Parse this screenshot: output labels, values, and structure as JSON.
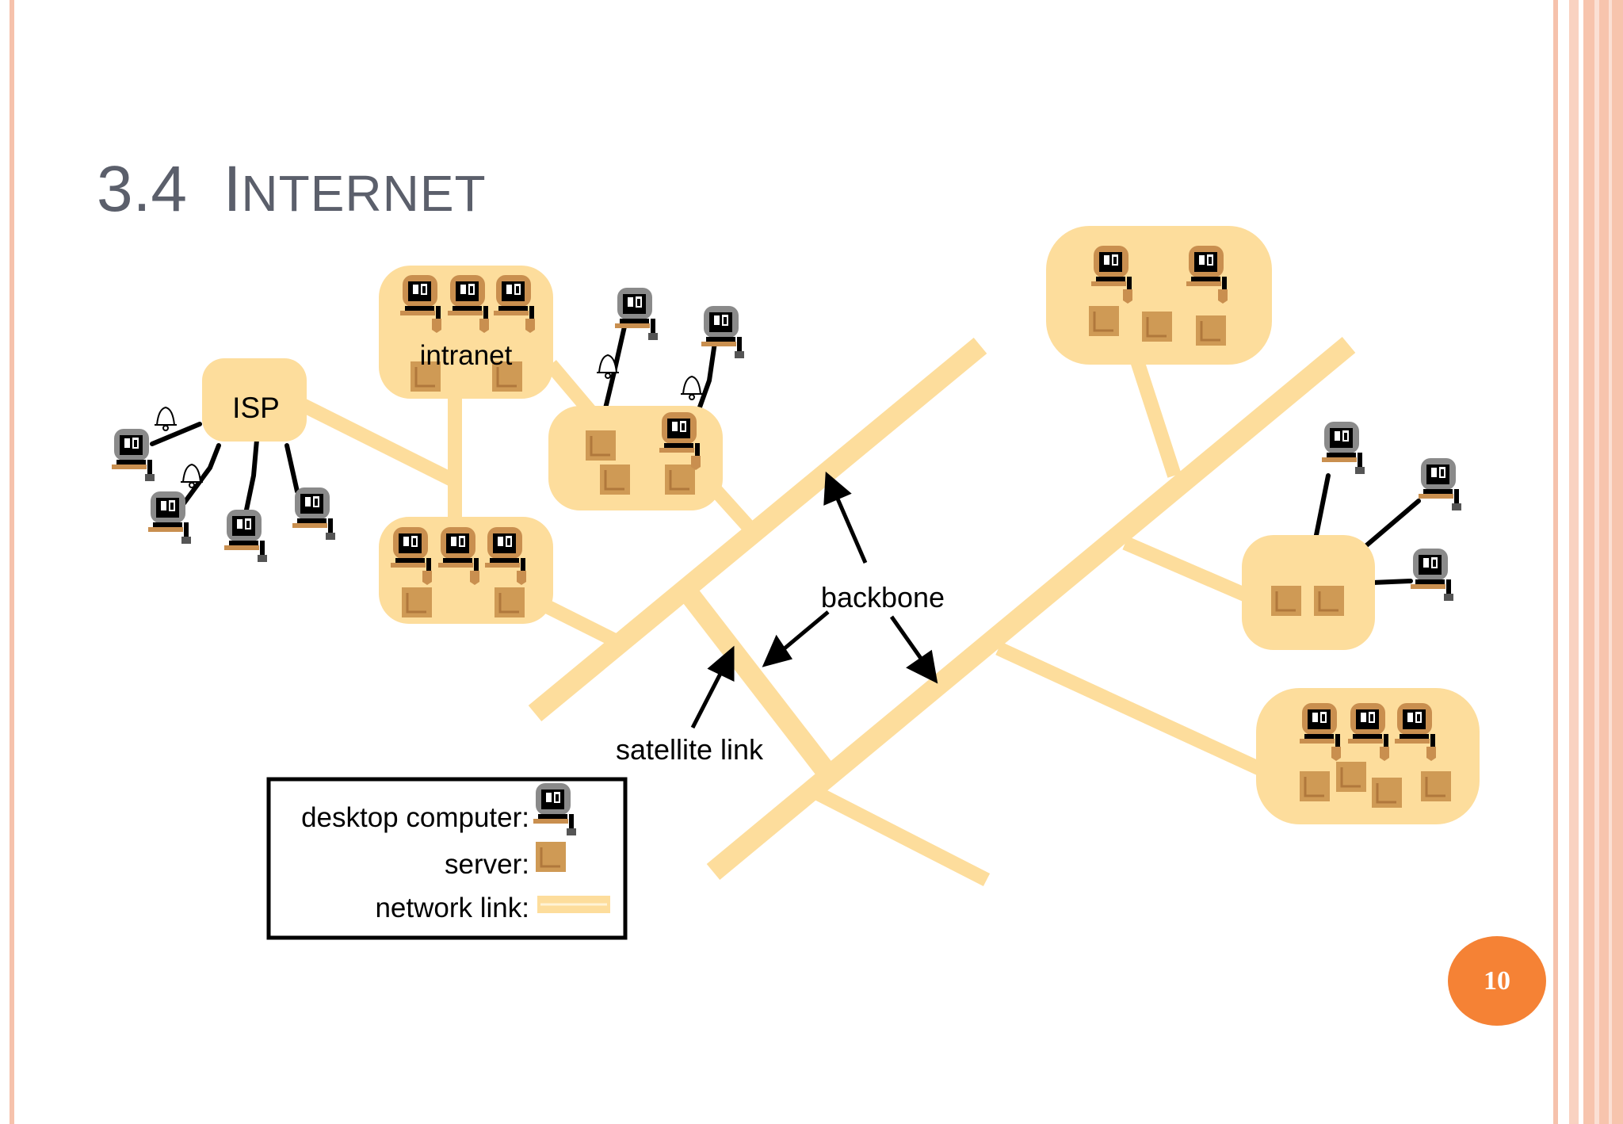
{
  "slide": {
    "number_prefix": "3.4",
    "title_initial": "I",
    "title_rest": "NTERNET",
    "page_number": "10"
  },
  "diagram": {
    "labels": {
      "isp": "ISP",
      "intranet": "intranet",
      "backbone": "backbone",
      "satellite_link": "satellite link"
    },
    "legend": {
      "desktop_computer": "desktop computer:",
      "server": "server:",
      "network_link": "network link:"
    }
  },
  "colors": {
    "link": "#fddd9c",
    "cloud": "#fddd9c",
    "server": "#cf9a55",
    "computer_case_local": "#c98f4f",
    "computer_case_remote": "#8a8a8a",
    "page_badge": "#f58235",
    "title": "#5b5f6b",
    "border_stripe": "#f6c2ac"
  },
  "icons": [
    "desktop-computer-icon",
    "server-icon",
    "modem-bell-icon",
    "arrow-icon"
  ]
}
